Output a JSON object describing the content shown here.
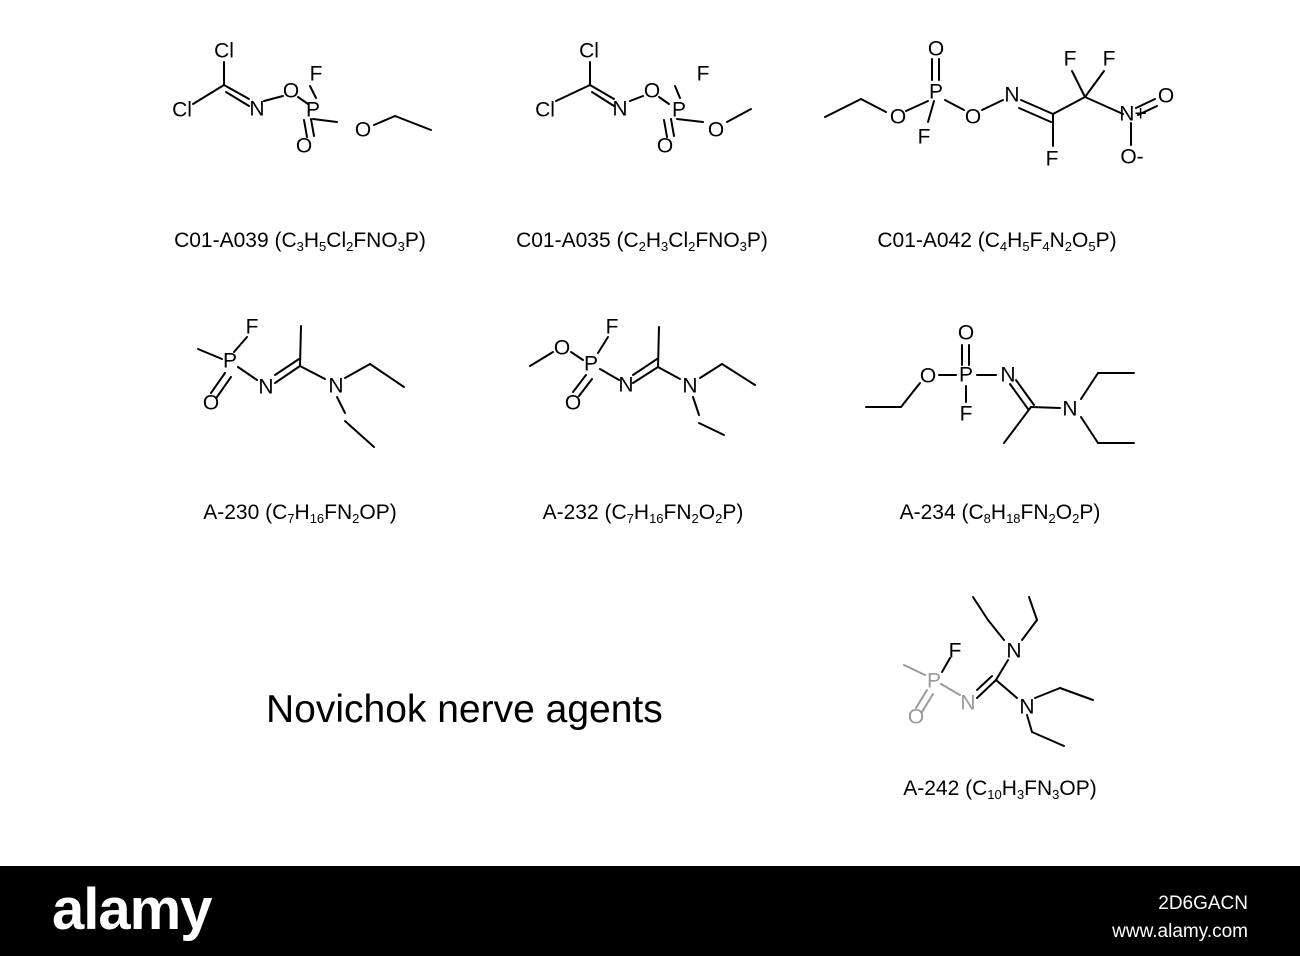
{
  "title": "Novichok nerve agents",
  "compounds": [
    {
      "code": "C01-A039",
      "formula": [
        [
          "C",
          ""
        ],
        [
          "",
          "3"
        ],
        [
          "H",
          ""
        ],
        [
          "",
          "5"
        ],
        [
          "Cl",
          ""
        ],
        [
          "",
          "2"
        ],
        [
          "FNO",
          ""
        ],
        [
          "",
          "3"
        ],
        [
          "P",
          ""
        ]
      ]
    },
    {
      "code": "C01-A035",
      "formula": [
        [
          "C",
          ""
        ],
        [
          "",
          "2"
        ],
        [
          "H",
          ""
        ],
        [
          "",
          "3"
        ],
        [
          "Cl",
          ""
        ],
        [
          "",
          "2"
        ],
        [
          "FNO",
          ""
        ],
        [
          "",
          "3"
        ],
        [
          "P",
          ""
        ]
      ]
    },
    {
      "code": "C01-A042",
      "formula": [
        [
          "C",
          ""
        ],
        [
          "",
          "4"
        ],
        [
          "H",
          ""
        ],
        [
          "",
          "5"
        ],
        [
          "F",
          ""
        ],
        [
          "",
          "4"
        ],
        [
          "N",
          ""
        ],
        [
          "",
          "2"
        ],
        [
          "O",
          ""
        ],
        [
          "",
          "5"
        ],
        [
          "P",
          ""
        ]
      ]
    },
    {
      "code": "A-230",
      "formula": [
        [
          "C",
          ""
        ],
        [
          "",
          "7"
        ],
        [
          "H",
          ""
        ],
        [
          "",
          "16"
        ],
        [
          "FN",
          ""
        ],
        [
          "",
          "2"
        ],
        [
          "OP",
          ""
        ]
      ]
    },
    {
      "code": "A-232",
      "formula": [
        [
          "C",
          ""
        ],
        [
          "",
          "7"
        ],
        [
          "H",
          ""
        ],
        [
          "",
          "16"
        ],
        [
          "FN",
          ""
        ],
        [
          "",
          "2"
        ],
        [
          "O",
          ""
        ],
        [
          "",
          "2"
        ],
        [
          "P",
          ""
        ]
      ]
    },
    {
      "code": "A-234",
      "formula": [
        [
          "C",
          ""
        ],
        [
          "",
          "8"
        ],
        [
          "H",
          ""
        ],
        [
          "",
          "18"
        ],
        [
          "FN",
          ""
        ],
        [
          "",
          "2"
        ],
        [
          "O",
          ""
        ],
        [
          "",
          "2"
        ],
        [
          "P",
          ""
        ]
      ]
    },
    {
      "code": "A-242",
      "formula": [
        [
          "C",
          ""
        ],
        [
          "",
          "10"
        ],
        [
          "H",
          ""
        ],
        [
          "",
          "3"
        ],
        [
          "FN",
          ""
        ],
        [
          "",
          "3"
        ],
        [
          "OP",
          ""
        ]
      ]
    }
  ],
  "atom_labels": {
    "Cl": "Cl",
    "N": "N",
    "O": "O",
    "P": "P",
    "F": "F",
    "N_plus": "N+",
    "O_minus": "O-"
  },
  "watermark": {
    "logo": "alamy",
    "image_id": "2D6GACN",
    "site": "www.alamy.com"
  }
}
